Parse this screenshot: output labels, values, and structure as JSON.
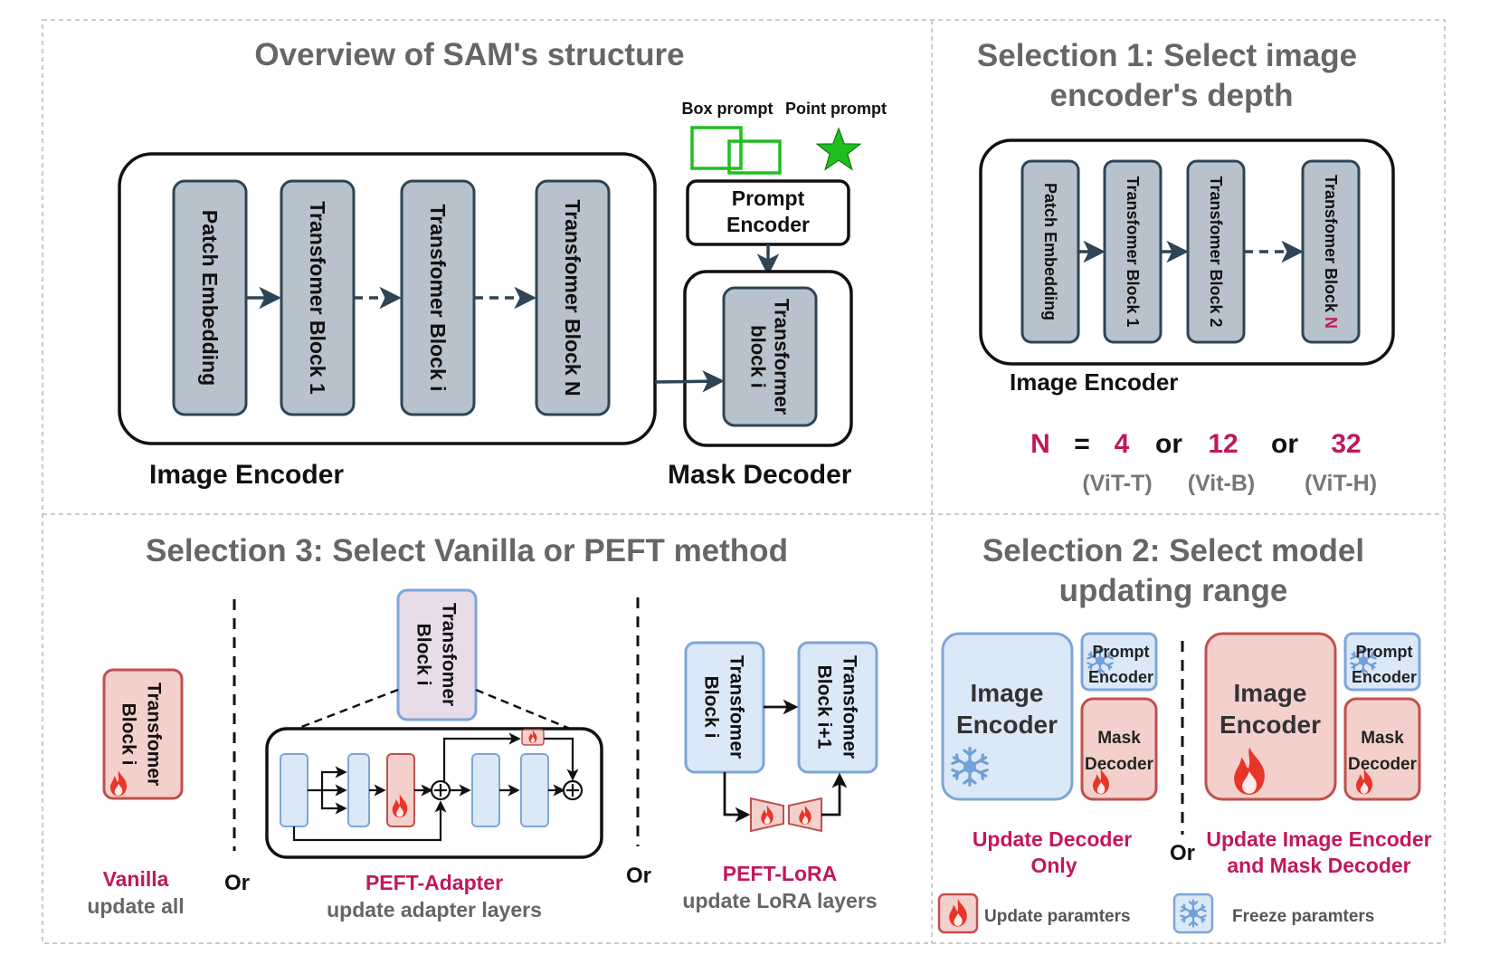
{
  "colors": {
    "block_fill": "#b7c2cc",
    "block_stroke": "#2d4556",
    "accent_pink": "#c2185b",
    "light_blue_fill": "#dbe8f7",
    "light_blue_stroke": "#7ea6d8",
    "pink_fill": "#f4d0cc",
    "pink_stroke": "#c0504d",
    "flame": "#e8352a",
    "box_prompt_green": "#1fbf1f",
    "panel_title_gray": "#666666",
    "dashed_border": "#bbbbbb"
  },
  "overview": {
    "title": "Overview of SAM's structure",
    "box_prompt": "Box prompt",
    "point_prompt": "Point prompt",
    "prompt_encoder_line1": "Prompt",
    "prompt_encoder_line2": "Encoder",
    "blocks": [
      "Patch Embedding",
      "Transfomer Block 1",
      "Transfomer Block i",
      "Transfomer Block N"
    ],
    "mask_block_line1": "Transformer",
    "mask_block_line2": "block i",
    "image_encoder_label": "Image Encoder",
    "mask_decoder_label": "Mask Decoder"
  },
  "selection1": {
    "title_line1": "Selection 1: Select image",
    "title_line2": "encoder's depth",
    "blocks": [
      "Patch Embedding",
      "Transfomer Block 1",
      "Transfomer Block 2",
      "Transfomer Block "
    ],
    "block_n_suffix": "N",
    "image_encoder_label": "Image Encoder",
    "formula": {
      "n": "N",
      "eq": "=",
      "values": [
        "4",
        "12",
        "32"
      ],
      "or": "or",
      "models": [
        "(ViT-T)",
        "(Vit-B)",
        "(ViT-H)"
      ]
    }
  },
  "selection3": {
    "title": "Selection 3: Select Vanilla or PEFT method",
    "vanilla_block_line1": "Transfomer",
    "vanilla_block_line2": "Block i",
    "vanilla_name": "Vanilla",
    "vanilla_desc": "update all",
    "or": "Or",
    "adapter_block_line1": "Transfomer",
    "adapter_block_line2": "Block i",
    "adapter_name": "PEFT-Adapter",
    "adapter_desc": "update adapter layers",
    "lora_block1_line1": "Transfomer",
    "lora_block1_line2": "Block i",
    "lora_block2_line1": "Transfomer",
    "lora_block2_line2": "Block i+1",
    "lora_name": "PEFT-LoRA",
    "lora_desc": "update LoRA layers"
  },
  "selection2": {
    "title_line1": "Selection 2: Select model",
    "title_line2": "updating range",
    "image_encoder_line1": "Image",
    "image_encoder_line2": "Encoder",
    "prompt_line1": "Prompt",
    "prompt_line2": "Encoder",
    "mask_line1": "Mask",
    "mask_line2": "Decoder",
    "option1_line1": "Update Decoder",
    "option1_line2": "Only",
    "option2_line1": "Update Image Encoder",
    "option2_line2": "and Mask Decoder",
    "or": "Or",
    "legend_update": "Update paramters",
    "legend_freeze": "Freeze paramters"
  }
}
